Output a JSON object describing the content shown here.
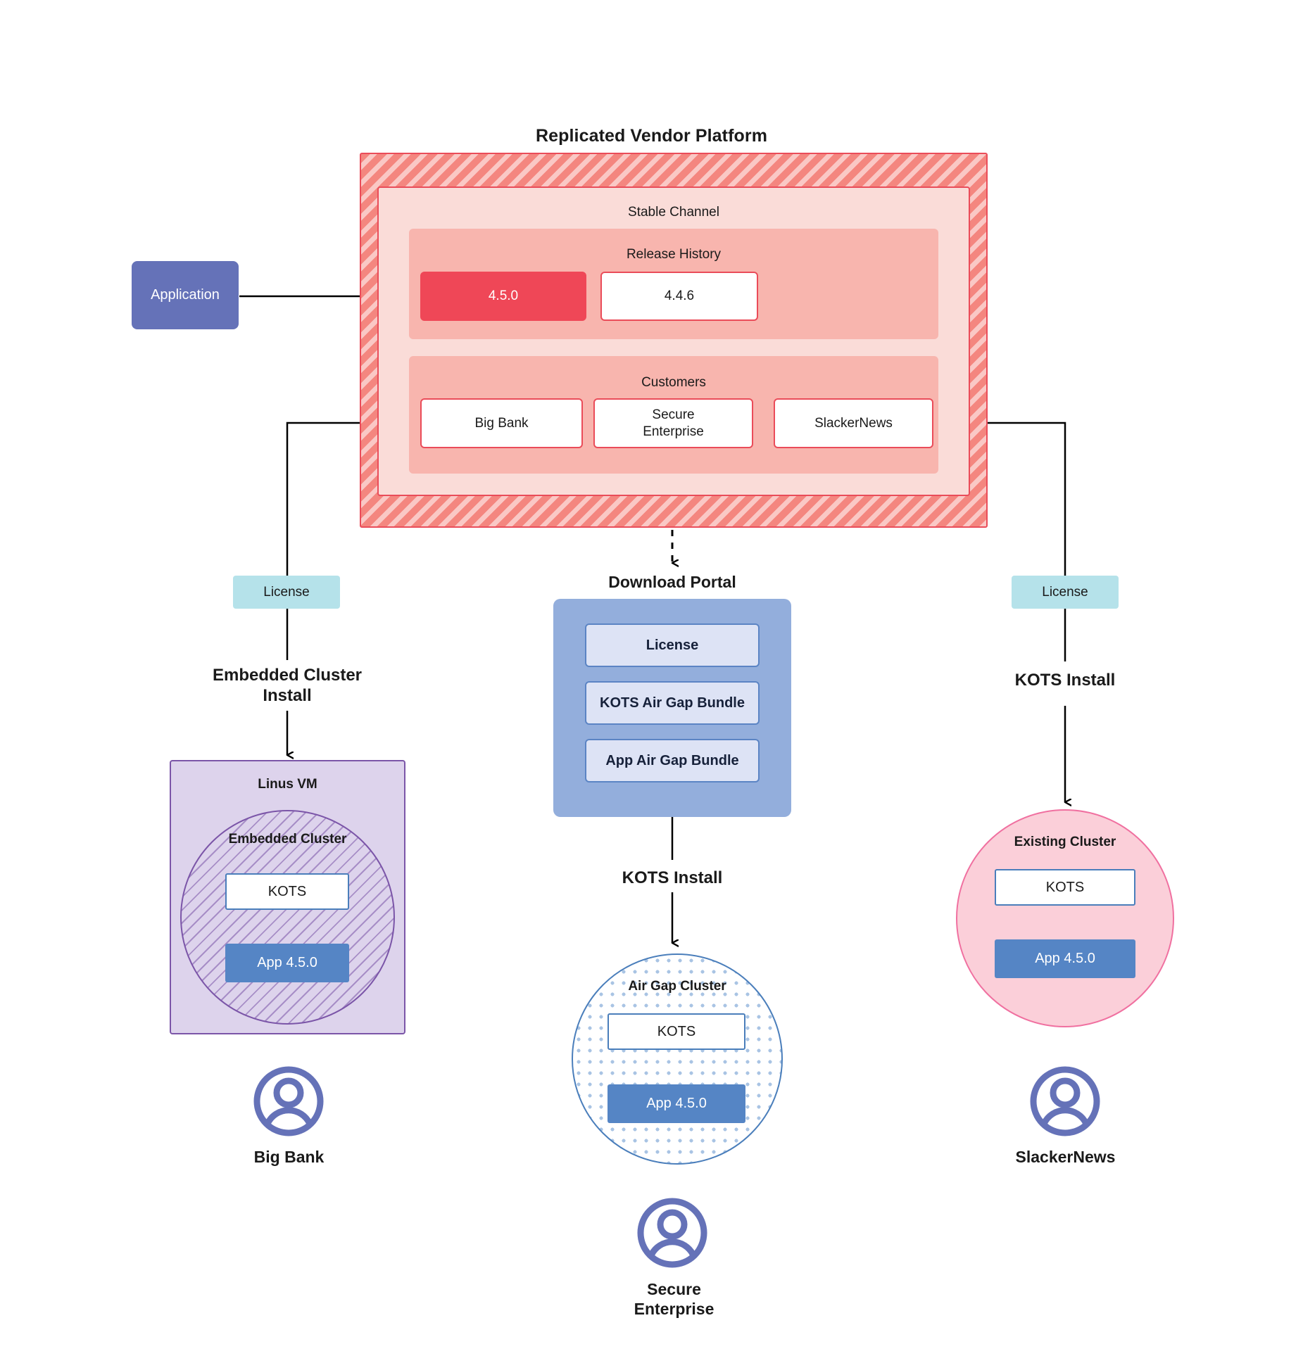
{
  "diagram": {
    "title": "Replicated Vendor Platform",
    "application_node": {
      "label": "Application"
    },
    "vendor_platform": {
      "stable_channel": {
        "label": "Stable Channel",
        "release_history": {
          "label": "Release History",
          "releases": [
            {
              "version": "4.5.0",
              "state": "current"
            },
            {
              "version": "4.4.6",
              "state": "previous"
            }
          ]
        },
        "customers": {
          "label": "Customers",
          "items": [
            {
              "name": "Big Bank"
            },
            {
              "name": "Secure\nEnterprise"
            },
            {
              "name": "SlackerNews"
            }
          ]
        }
      }
    },
    "branches": {
      "left": {
        "license_label": "License",
        "install_label": "Embedded Cluster\nInstall",
        "host": {
          "title": "Linus VM",
          "cluster_title": "Embedded Cluster",
          "components": [
            {
              "label": "KOTS",
              "kind": "kots"
            },
            {
              "label": "App 4.5.0",
              "kind": "app"
            }
          ]
        },
        "persona": "Big Bank",
        "persona_icon": "user-avatar-icon"
      },
      "middle": {
        "portal_title": "Download  Portal",
        "portal_items": [
          {
            "label": "License"
          },
          {
            "label": "KOTS Air Gap Bundle"
          },
          {
            "label": "App Air Gap Bundle"
          }
        ],
        "install_label": "KOTS Install",
        "cluster_title": "Air Gap Cluster",
        "components": [
          {
            "label": "KOTS",
            "kind": "kots"
          },
          {
            "label": "App 4.5.0",
            "kind": "app"
          }
        ],
        "persona": "Secure\nEnterprise",
        "persona_icon": "user-avatar-icon"
      },
      "right": {
        "license_label": "License",
        "install_label": "KOTS Install",
        "cluster_title": "Existing Cluster",
        "components": [
          {
            "label": "KOTS",
            "kind": "kots"
          },
          {
            "label": "App 4.5.0",
            "kind": "app"
          }
        ],
        "persona": "SlackerNews",
        "persona_icon": "user-avatar-icon"
      }
    },
    "colors": {
      "platform_hatch": "#f4867f",
      "platform_border": "#ea4c59",
      "channel_panel": "#fadcd8",
      "sub_panel": "#f8b5ae",
      "current_release": "#ef4757",
      "application_node": "#6572b8",
      "license_chip": "#b5e2ea",
      "portal_box": "#93aedc",
      "portal_item": "#dde3f5",
      "vm_box": "#ddd3ec",
      "vm_border": "#7b55a8",
      "airgap_border": "#4a7ebb",
      "existing_cluster": "#fbcfd9",
      "existing_border": "#f070a0",
      "app_version_box": "#5585c5",
      "avatar": "#6572b8",
      "connector": "#000000"
    }
  }
}
